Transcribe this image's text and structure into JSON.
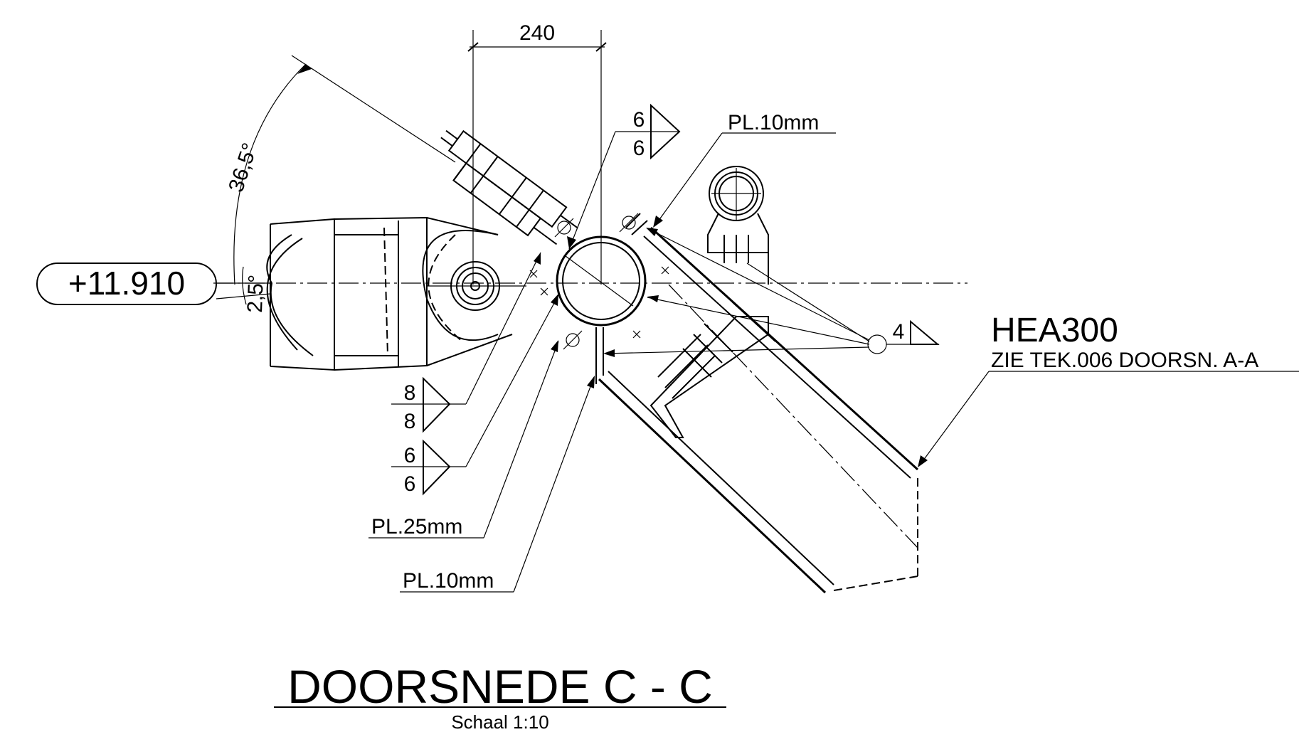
{
  "drawing": {
    "elevation_tag": "+11.910",
    "dim_width": "240",
    "dim_angle_large": "36,5°",
    "dim_angle_small": "2,5°",
    "weld_top_upper": "6",
    "weld_top_lower": "6",
    "weld_mid1_upper": "8",
    "weld_mid1_lower": "8",
    "weld_mid2_upper": "6",
    "weld_mid2_lower": "6",
    "weld_right": "4",
    "label_pl10_top": "PL.10mm",
    "label_pl25": "PL.25mm",
    "label_pl10_bottom": "PL.10mm",
    "label_beam": "HEA300",
    "label_beam_ref": "ZIE TEK.006 DOORSN. A-A",
    "section_title": "DOORSNEDE C - C",
    "section_scale": "Schaal 1:10"
  }
}
